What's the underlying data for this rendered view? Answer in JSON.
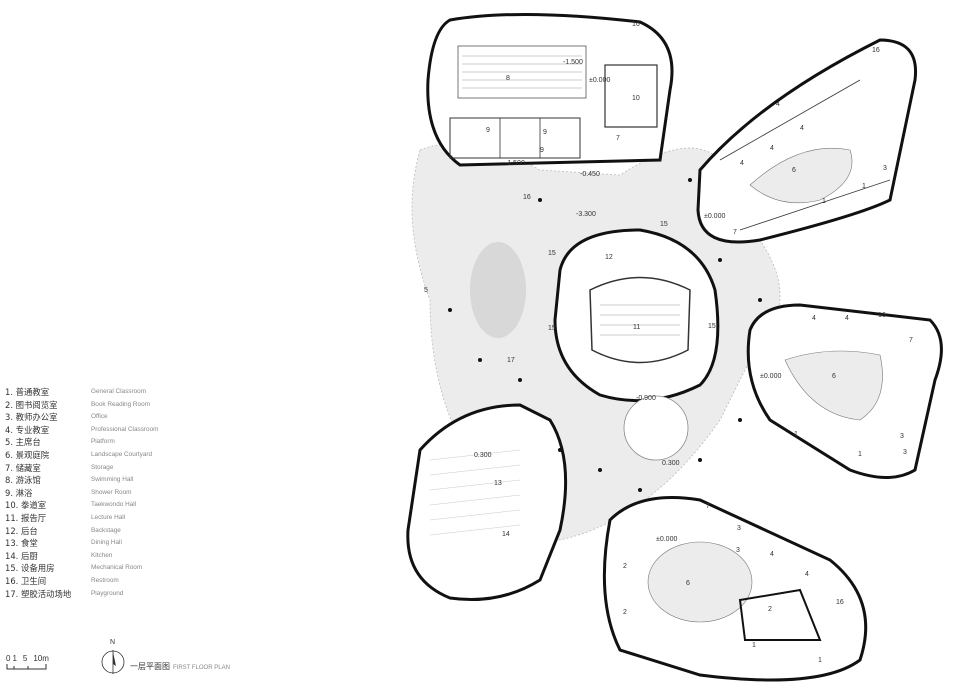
{
  "legend": [
    {
      "zh": "1. 普通教室",
      "en": "General Classroom"
    },
    {
      "zh": "2. 图书阅览室",
      "en": "Book Reading Room"
    },
    {
      "zh": "3. 教师办公室",
      "en": "Office"
    },
    {
      "zh": "4. 专业教室",
      "en": "Professional Classroom"
    },
    {
      "zh": "5. 主席台",
      "en": "Platform"
    },
    {
      "zh": "6. 景观庭院",
      "en": "Landscape Courtyard"
    },
    {
      "zh": "7. 储藏室",
      "en": "Storage"
    },
    {
      "zh": "8. 游泳馆",
      "en": "Swimming Hall"
    },
    {
      "zh": "9. 淋浴",
      "en": "Shower Room"
    },
    {
      "zh": "10. 拳道室",
      "en": "Taekwondo Hall"
    },
    {
      "zh": "11. 报告厅",
      "en": "Lecture Hall"
    },
    {
      "zh": "12. 后台",
      "en": "Backstage"
    },
    {
      "zh": "13. 食堂",
      "en": "Dining Hall"
    },
    {
      "zh": "14. 后厨",
      "en": "Kitchen"
    },
    {
      "zh": "15. 设备用房",
      "en": "Mechanical Room"
    },
    {
      "zh": "16. 卫生间",
      "en": "Restroom"
    },
    {
      "zh": "17. 塑胶活动场地",
      "en": "Playground"
    }
  ],
  "scale": {
    "l0": "0",
    "l1": "1",
    "l5": "5",
    "l10": "10m"
  },
  "north": "N",
  "caption": {
    "zh": "一层平面图",
    "en": "FIRST FLOOR PLAN"
  },
  "elevations": {
    "e1": "-1.500",
    "e2": "±0.000",
    "e3": "-1.500",
    "e4": "-0.450",
    "e5": "-3.300",
    "e6": "±0.000",
    "e7": "±0.000",
    "e8": "-0.900",
    "e9": "0.300",
    "e10": "0.300",
    "e11": "±0.000"
  },
  "rooms": {
    "r8": "8",
    "r10": "10",
    "r9a": "9",
    "r9b": "9",
    "r9c": "9",
    "r7a": "7",
    "r16a": "16",
    "r16b": "16",
    "r16c": "16",
    "r16d": "16",
    "r16e": "16",
    "r15a": "15",
    "r15b": "15",
    "r15c": "15",
    "r15d": "15",
    "r12": "12",
    "r11": "11",
    "r5": "5",
    "r17": "17",
    "r4a": "4",
    "r4b": "4",
    "r4c": "4",
    "r4d": "4",
    "r4e": "4",
    "r4f": "4",
    "r4g": "4",
    "r4h": "4",
    "r6a": "6",
    "r6b": "6",
    "r6c": "6",
    "r1a": "1",
    "r1b": "1",
    "r1c": "1",
    "r1d": "1",
    "r1e": "1",
    "r1f": "1",
    "r2a": "2",
    "r2b": "2",
    "r2c": "2",
    "r3a": "3",
    "r3b": "3",
    "r3c": "3",
    "r3d": "3",
    "r3e": "3",
    "r7b": "7",
    "r7c": "7",
    "r7d": "7",
    "r13": "13",
    "r14": "14"
  }
}
